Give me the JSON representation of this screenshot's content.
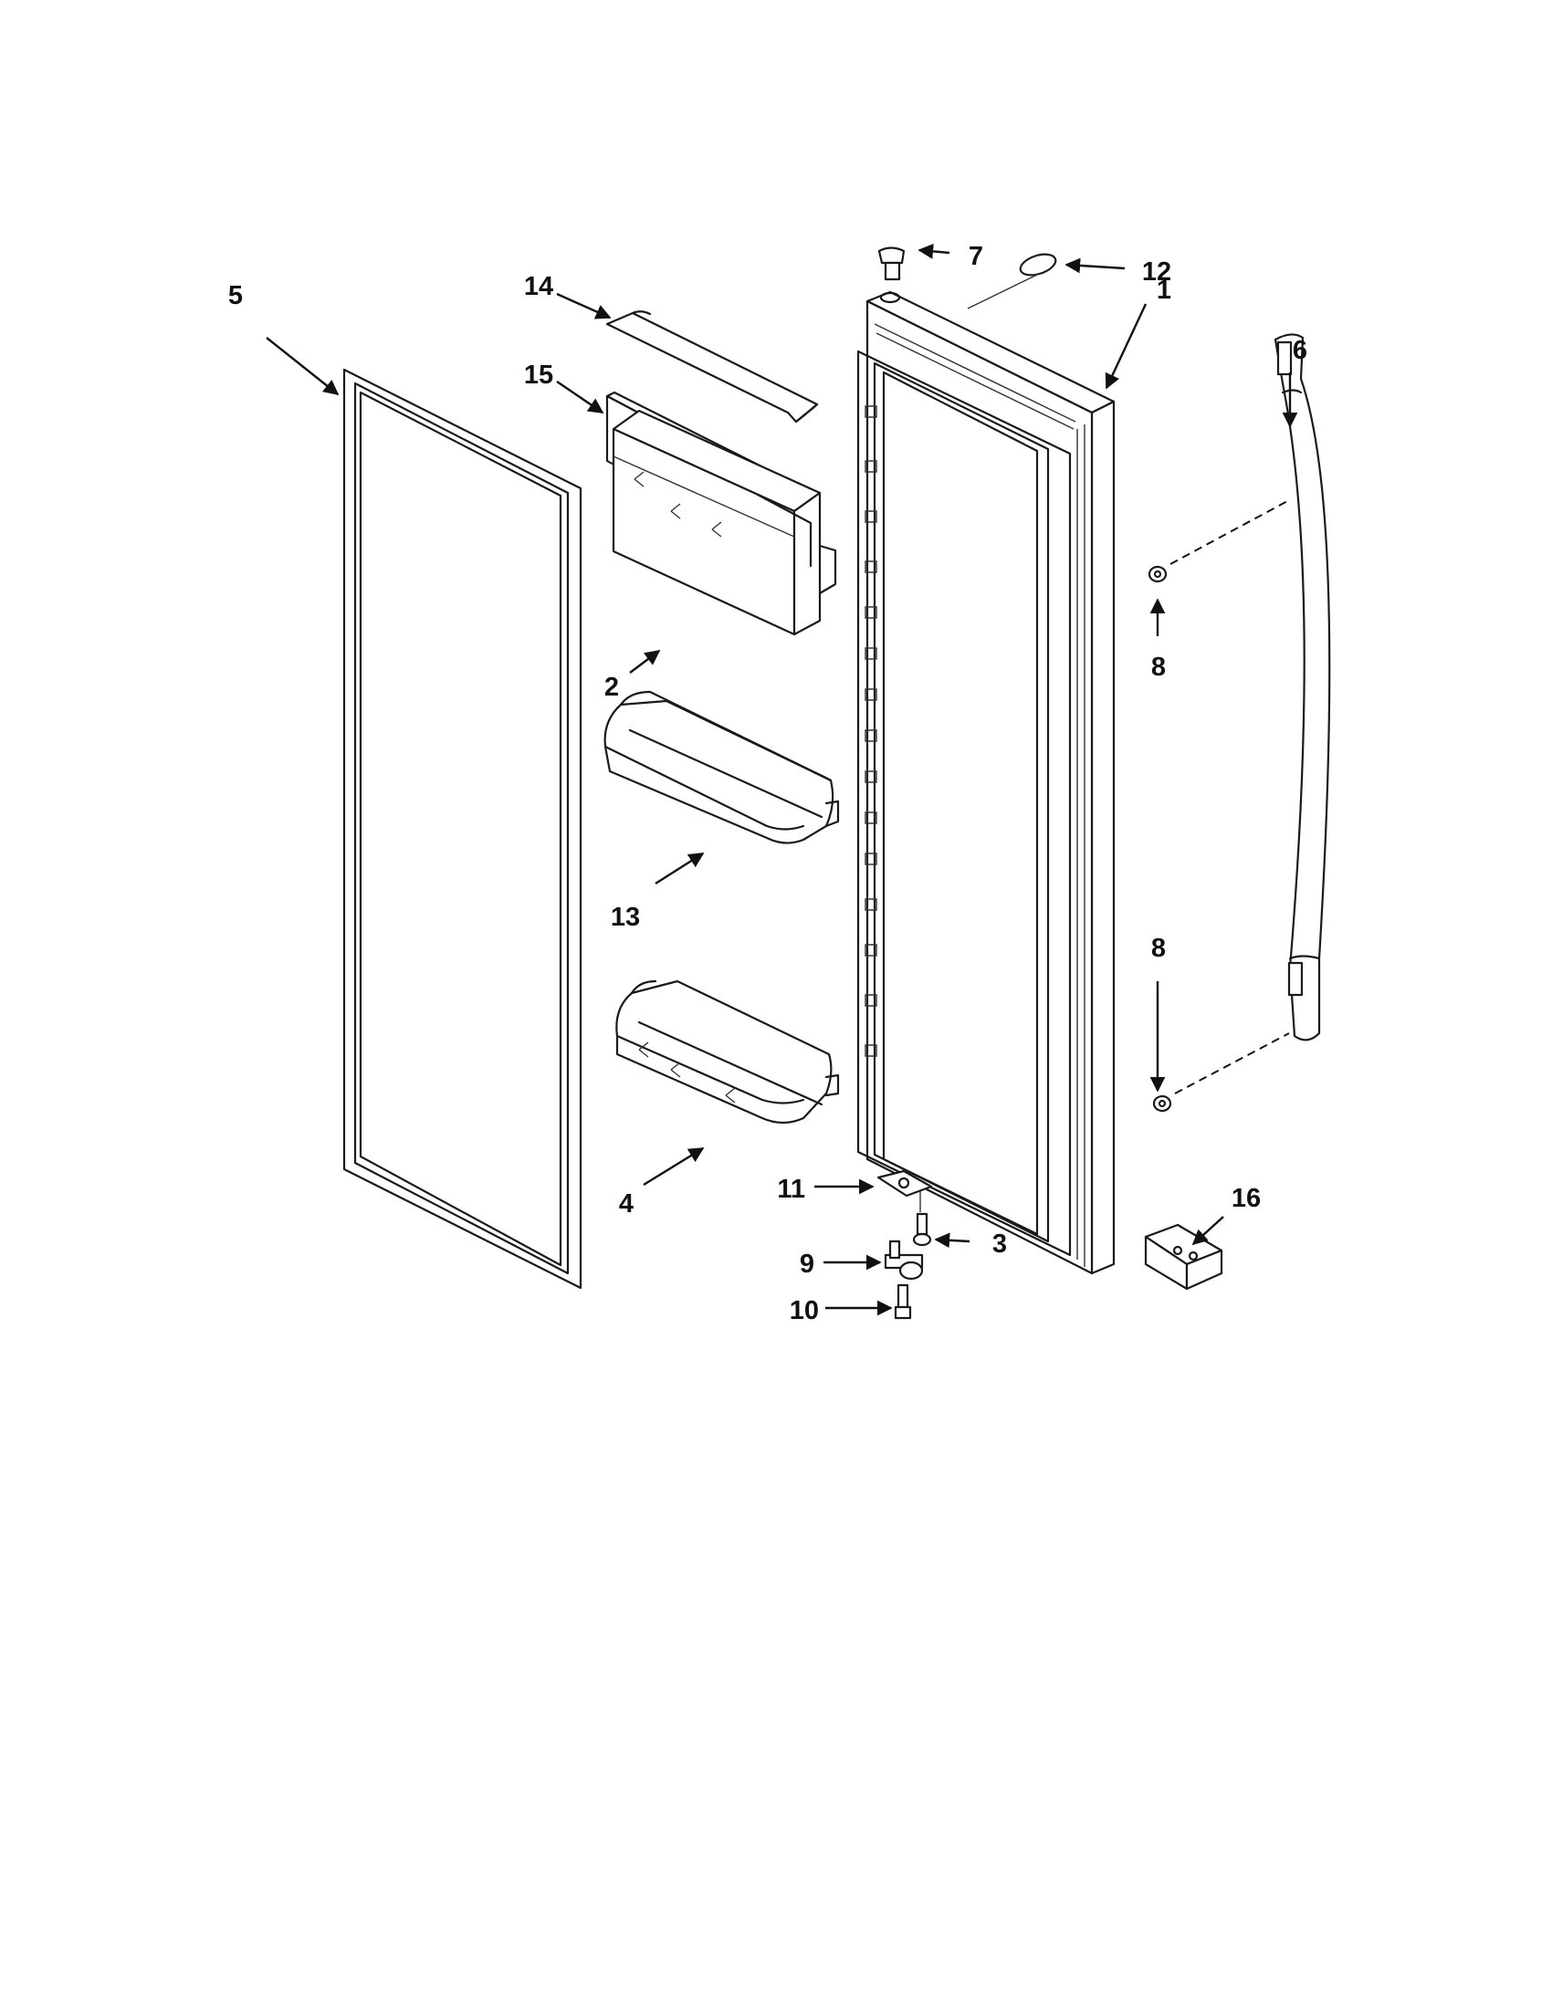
{
  "callouts": {
    "c1": "1",
    "c2": "2",
    "c3": "3",
    "c4": "4",
    "c5": "5",
    "c6": "6",
    "c7": "7",
    "c8a": "8",
    "c8b": "8",
    "c9": "9",
    "c10": "10",
    "c11": "11",
    "c12": "12",
    "c13": "13",
    "c14": "14",
    "c15": "15",
    "c16": "16"
  },
  "style": {
    "ink": "#111111",
    "background": "#ffffff"
  }
}
